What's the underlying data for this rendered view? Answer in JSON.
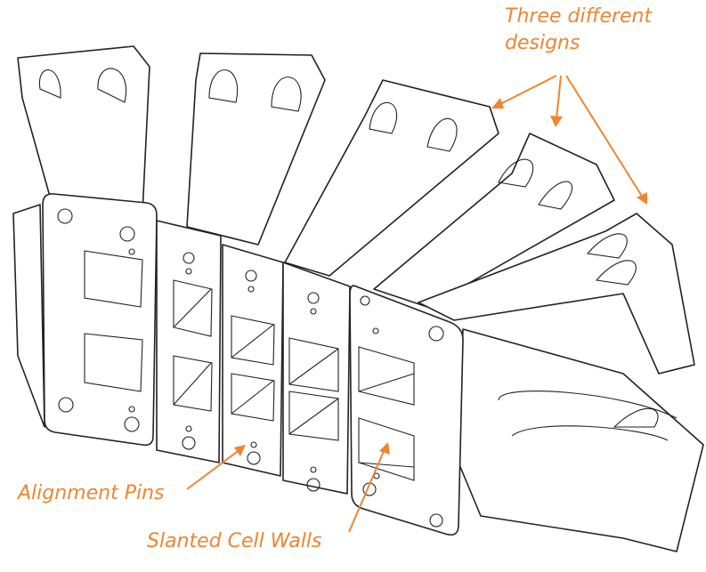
{
  "annotations": {
    "designs_line1": "Three different",
    "designs_line2": "designs",
    "alignment_pins": "Alignment Pins",
    "slanted_cell_walls": "Slanted Cell Walls"
  },
  "colors": {
    "annotation": "#ee8530",
    "line": "#222222"
  }
}
